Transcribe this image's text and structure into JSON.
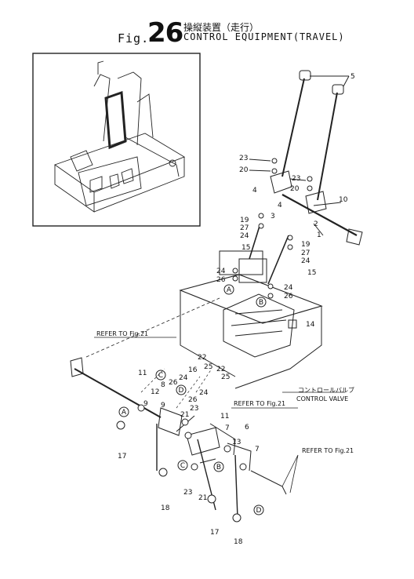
{
  "figure": {
    "prefix": "Fig.",
    "number": "26",
    "title_jp": "操縦装置（走行）",
    "title_en": "CONTROL EQUIPMENT(TRAVEL)"
  },
  "refs": {
    "refer_a": "REFER TO Fig.21",
    "refer_b": "REFER TO Fig.21",
    "refer_c": "REFER TO Fig.21",
    "valve_jp": "コントロールバルブ",
    "valve_en": "CONTROL VALVE"
  },
  "circle_labels": {
    "a1": "A",
    "b1": "B",
    "c1": "C",
    "d1": "D",
    "a2": "A",
    "b2": "B",
    "c2": "C",
    "d2": "D"
  },
  "part_numbers": {
    "p5": "5",
    "p23a": "23",
    "p20a": "20",
    "p4a": "4",
    "p3": "3",
    "p23b": "23",
    "p20b": "20",
    "p4b": "4",
    "p2": "2",
    "p1": "1",
    "p10": "10",
    "p19a": "19",
    "p27a": "27",
    "p24a": "24",
    "p15a": "15",
    "p19b": "19",
    "p27b": "27",
    "p24b": "24",
    "p15b": "15",
    "p24c": "24",
    "p26a": "26",
    "p24d": "24",
    "p26b": "26",
    "p14": "14",
    "p22a": "22",
    "p22b": "22",
    "p16": "16",
    "p25a": "25",
    "p25b": "25",
    "p8": "8",
    "p26c": "26",
    "p24e": "24",
    "p26d": "26",
    "p24f": "24",
    "p11a": "11",
    "p12": "12",
    "p9a": "9",
    "p9b": "9",
    "p21a": "21",
    "p23c": "23",
    "p11b": "11",
    "p7a": "7",
    "p6": "6",
    "p13": "13",
    "p7b": "7",
    "p17a": "17",
    "p18a": "18",
    "p23d": "23",
    "p21b": "21",
    "p17b": "17",
    "p18b": "18"
  }
}
